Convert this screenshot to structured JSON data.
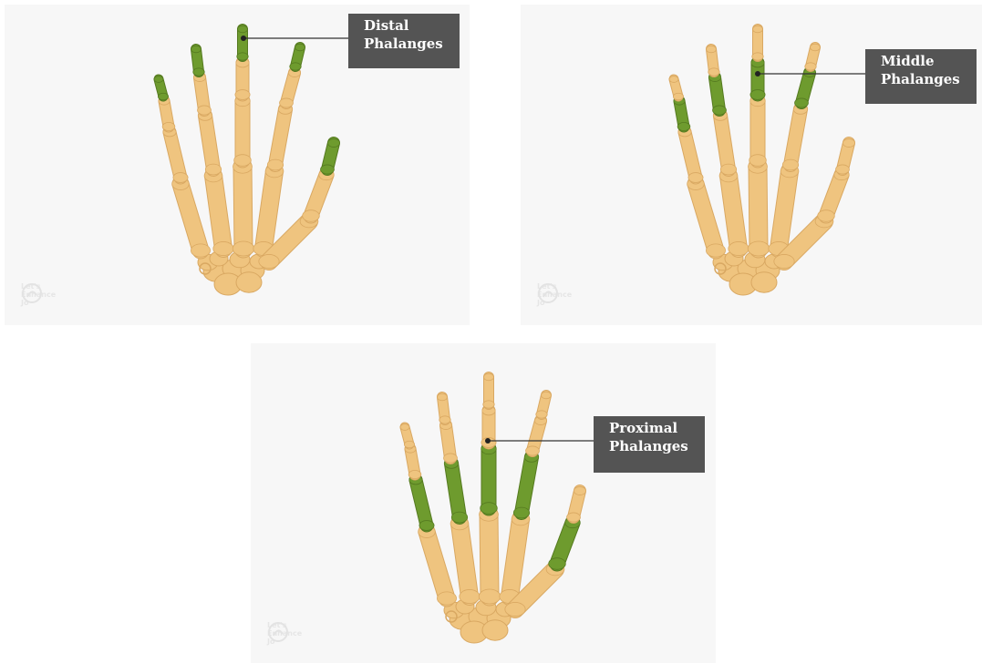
{
  "panels": [
    {
      "id": "distal",
      "label_line1": "Distal",
      "label_line2": "Phalanges"
    },
    {
      "id": "middle",
      "label_line1": "Middle",
      "label_line2": "Phalanges"
    },
    {
      "id": "proximal",
      "label_line1": "Proximal",
      "label_line2": "Phalanges"
    }
  ],
  "watermark": {
    "line1": "Let's",
    "line2": "Enhance",
    "line3": "Jo"
  },
  "colors": {
    "bone": "#efc47f",
    "bone_shade": "#d9a862",
    "highlight": "#6e9b2e",
    "highlight_shade": "#557a20",
    "label_bg": "#545454",
    "panel_bg": "#f7f7f7"
  }
}
